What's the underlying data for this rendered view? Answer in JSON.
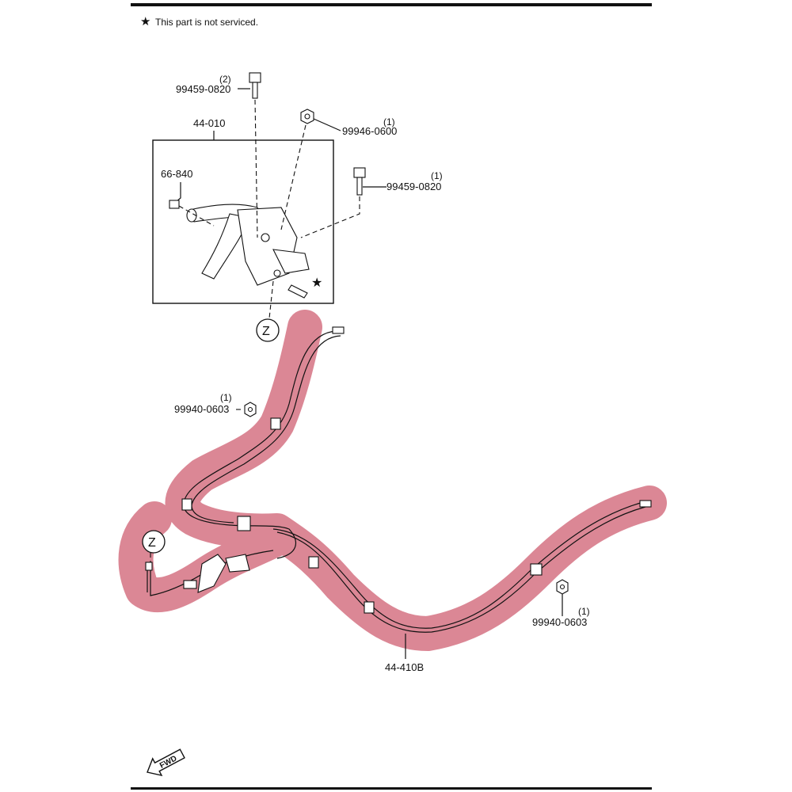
{
  "note": {
    "star": "★",
    "text": "This part is not serviced."
  },
  "parts": {
    "lever_assembly": "44-010",
    "lever_cover": "66-840",
    "bolt_top": {
      "number": "99459-0820",
      "qty": "(2)"
    },
    "nut_top": {
      "number": "99946-0600",
      "qty": "(1)"
    },
    "bolt_right": {
      "number": "99459-0820",
      "qty": "(1)"
    },
    "nut_left": {
      "number": "99940-0603",
      "qty": "(1)"
    },
    "nut_right": {
      "number": "99940-0603",
      "qty": "(1)"
    },
    "cable": "44-410B"
  },
  "callouts": {
    "ref_top": "Z",
    "ref_bottom": "Z",
    "star_mark": "★"
  },
  "fwd_label": "FWD",
  "highlight_color": "#d9818f"
}
